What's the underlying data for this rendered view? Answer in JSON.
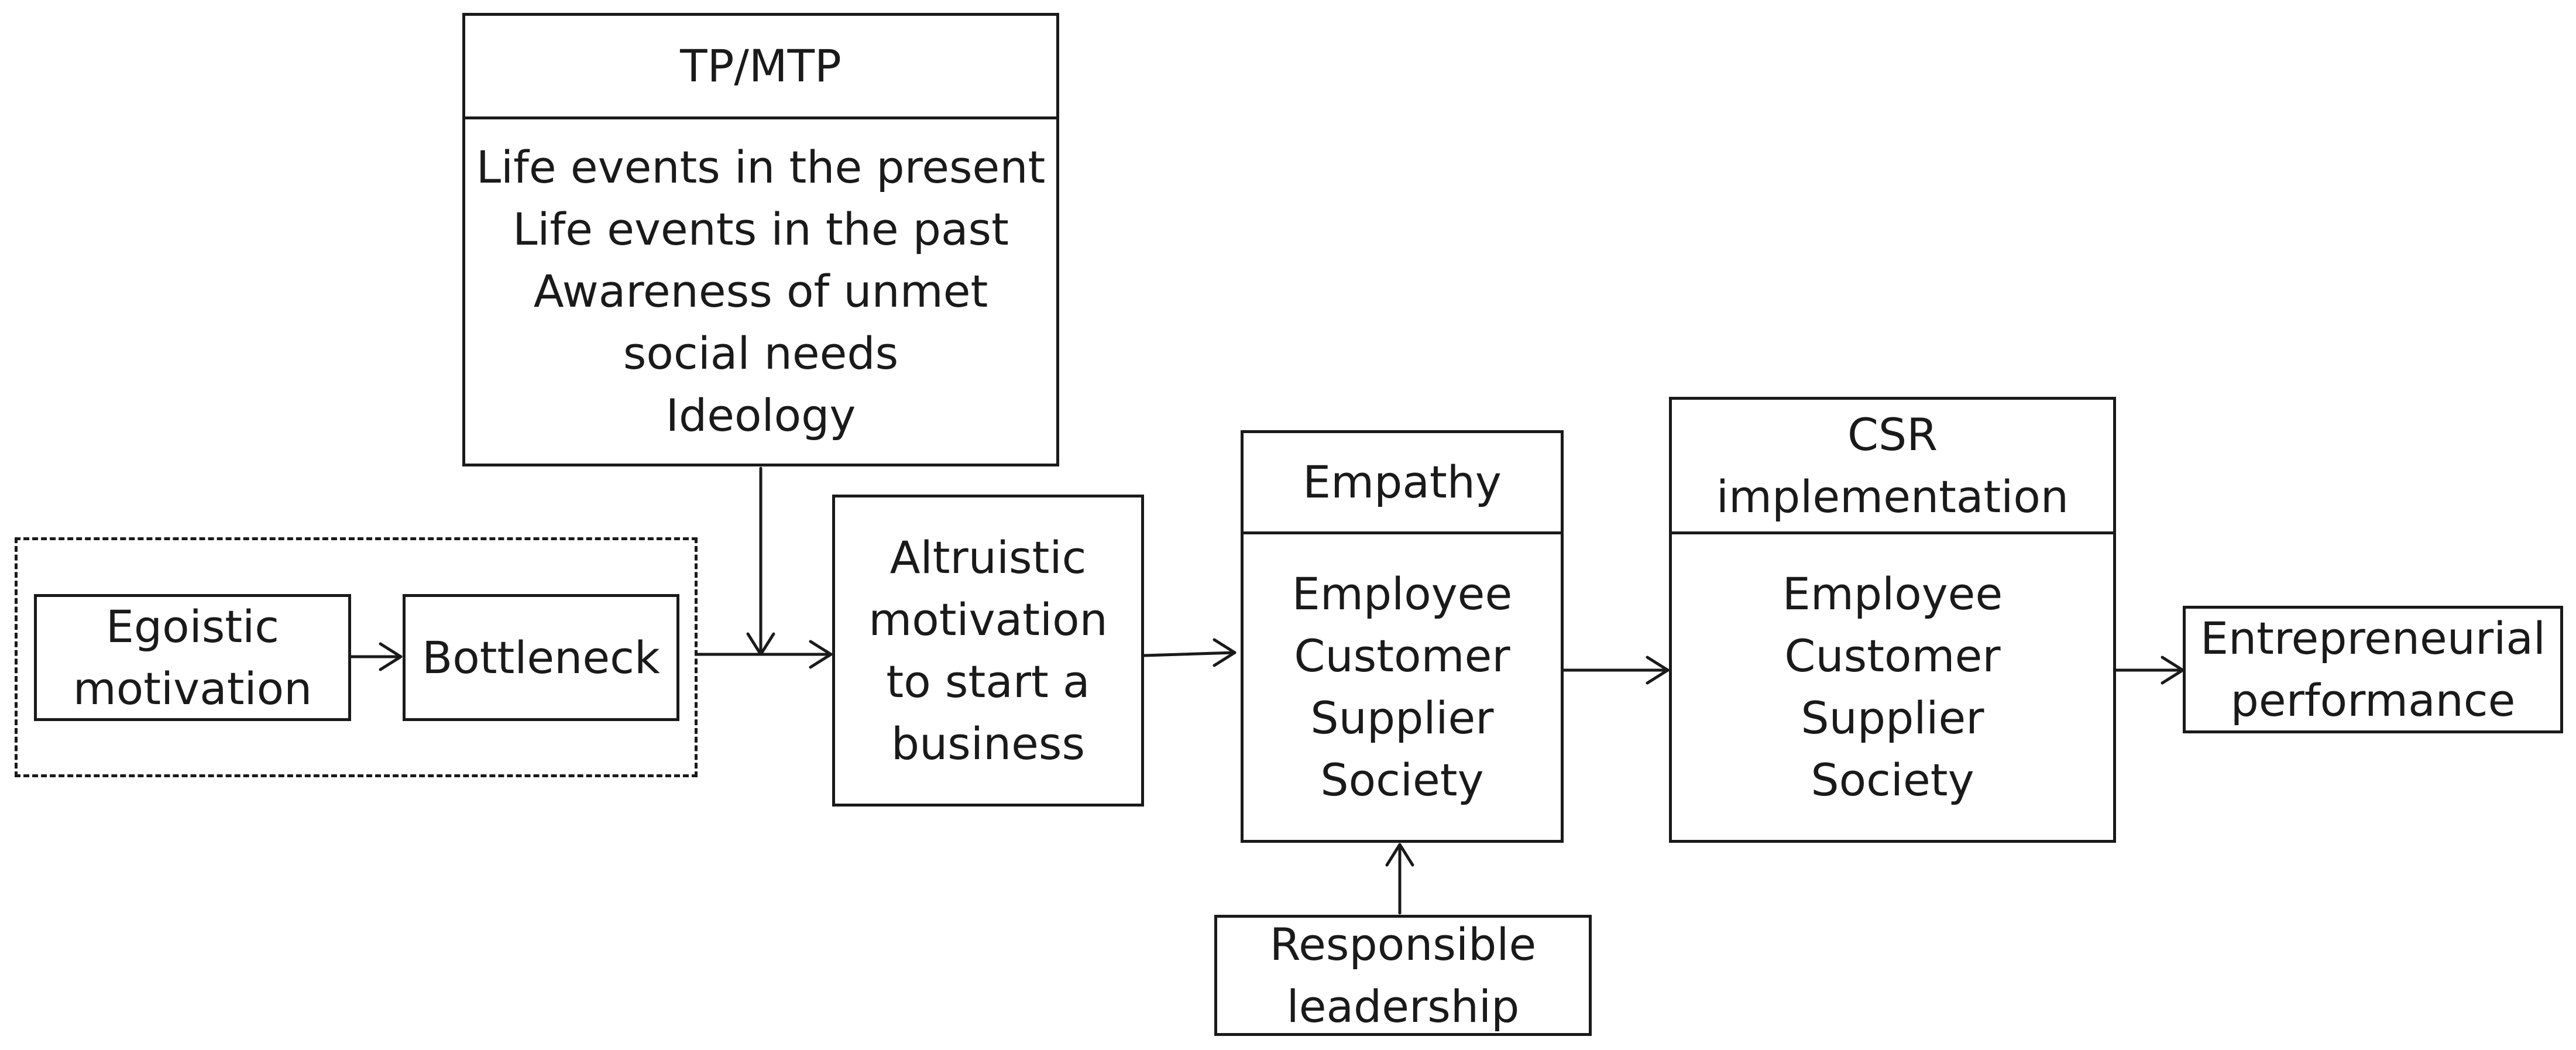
{
  "nodes": {
    "tp_mtp": {
      "title": "TP/MTP",
      "items": [
        "Life events in the present",
        "Life events in the past",
        "Awareness of unmet",
        "social needs",
        "Ideology"
      ]
    },
    "egoistic": {
      "label": "Egoistic\nmotivation"
    },
    "bottleneck": {
      "label": "Bottleneck"
    },
    "altruistic": {
      "label": "Altruistic\nmotivation\nto start a\nbusiness"
    },
    "empathy": {
      "title": "Empathy",
      "items": [
        "Employee",
        "Customer",
        "Supplier",
        "Society"
      ]
    },
    "csr": {
      "title": "CSR\nimplementation",
      "items": [
        "Employee",
        "Customer",
        "Supplier",
        "Society"
      ]
    },
    "responsible": {
      "label": "Responsible\nleadership"
    },
    "performance": {
      "label": "Entrepreneurial\nperformance"
    }
  },
  "edges": [
    {
      "from": "egoistic",
      "to": "bottleneck"
    },
    {
      "from": "tp_mtp",
      "to": "altruistic"
    },
    {
      "from": "dashed-group",
      "to": "altruistic"
    },
    {
      "from": "altruistic",
      "to": "empathy"
    },
    {
      "from": "empathy",
      "to": "csr"
    },
    {
      "from": "csr",
      "to": "performance"
    },
    {
      "from": "responsible",
      "to": "empathy"
    }
  ],
  "colors": {
    "stroke": "#1a1a1a",
    "background": "#ffffff"
  }
}
